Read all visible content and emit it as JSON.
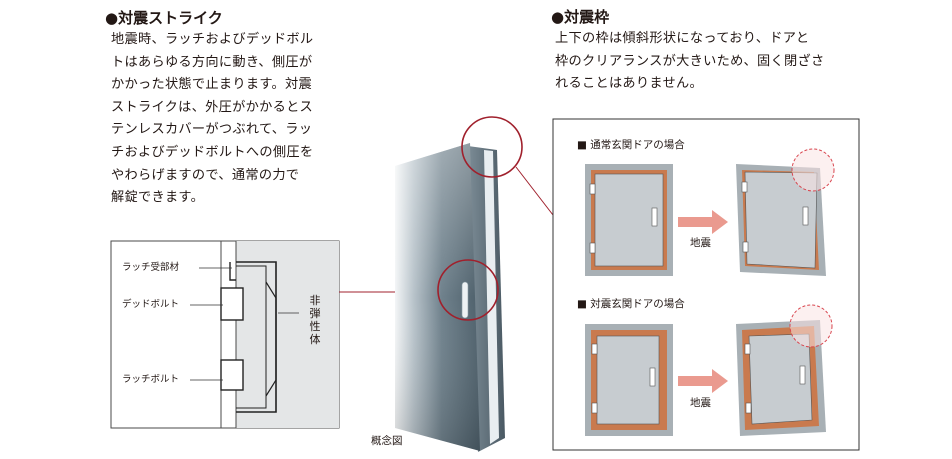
{
  "left": {
    "heading": "●対震ストライク",
    "lines": [
      "地震時、ラッチおよびデッドボル",
      "トはあらゆる方向に動き、側圧が",
      "かかった状態で止まります。対震",
      "ストライクは、外圧がかかるとス",
      "テンレスカバーがつぶれて、ラッ",
      "チおよびデッドボルトへの側圧を",
      "やわらげますので、通常の力で",
      "解錠できます。"
    ],
    "labels": {
      "latch_receiver": "ラッチ受部材",
      "deadbolt": "デッドボルト",
      "latch_bolt": "ラッチボルト",
      "non_elastic": [
        "非",
        "弾",
        "性",
        "体"
      ]
    }
  },
  "center": {
    "caption": "概念図"
  },
  "right": {
    "heading": "●対震枠",
    "lines": [
      "上下の枠は傾斜形状になっており、ドアと",
      "枠のクリアランスが大きいため、固く閉ざさ",
      "れることはありません。"
    ],
    "normal_title": "■ 通常玄関ドアの場合",
    "seismic_title": "■ 対震玄関ドアの場合",
    "quake_label_1": "地震",
    "quake_label_2": "地震"
  },
  "colors": {
    "frame_orange": "#c97a4e",
    "door_gray": "#c7ccd0",
    "arrow_pink": "#ea9a8f",
    "circle_red": "#a0202c",
    "dashed_red": "#d9464f"
  }
}
